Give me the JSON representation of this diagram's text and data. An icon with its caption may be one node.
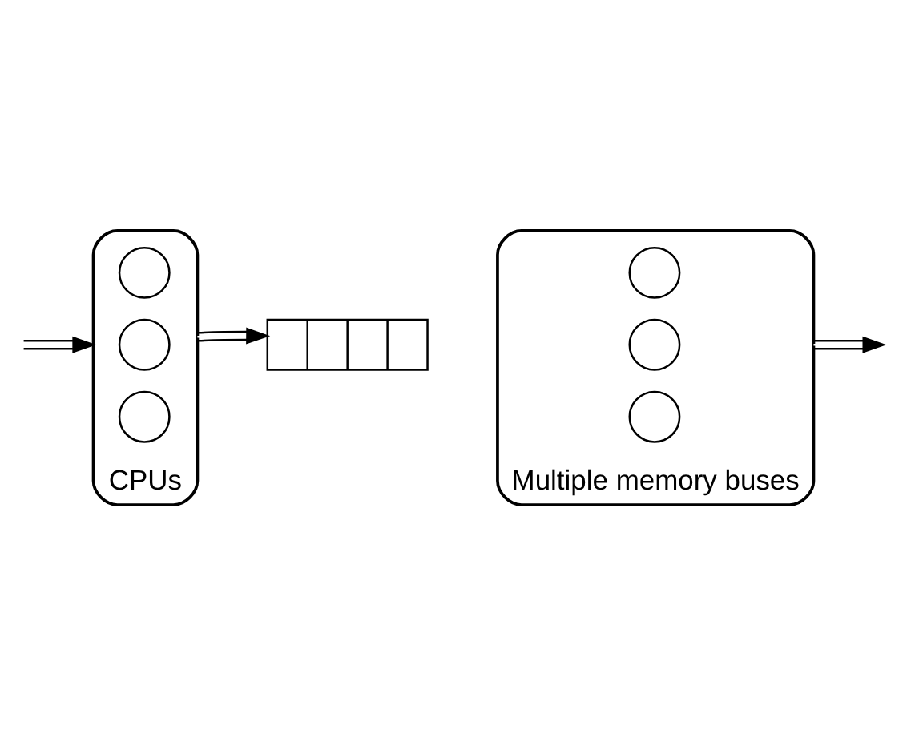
{
  "diagram": {
    "nodes": [
      {
        "text": [],
        "shape": "box",
        "beside": [
          "CPUs"
        ]
      },
      {
        "text": [],
        "shape": "circle",
        "in": 0
      },
      {
        "text": [],
        "shape": "circle",
        "in": 0
      },
      {
        "text": [],
        "shape": "circle",
        "in": 0
      },
      {
        "text": [],
        "shape": "box"
      },
      {
        "text": [],
        "shape": "box",
        "beside": [
          "Multiple memory buses"
        ]
      },
      {
        "text": [],
        "shape": "circle",
        "in": 5
      },
      {
        "text": [],
        "shape": "circle",
        "in": 5
      },
      {
        "text": [],
        "shape": "circle",
        "in": 5
      }
    ],
    "edges": [
      {
        "from": null,
        "to": 0,
        "arrow": "to"
      },
      {
        "from": 0,
        "to": 4,
        "arrow": "to"
      },
      {
        "from": 5,
        "to": null,
        "arrow": "to"
      }
    ]
  }
}
